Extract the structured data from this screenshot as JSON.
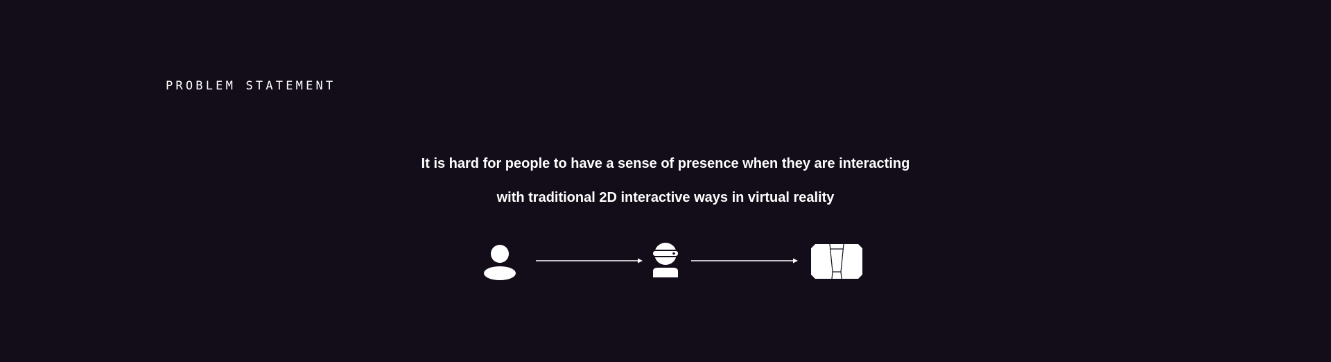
{
  "section": {
    "label": "PROBLEM STATEMENT"
  },
  "statement": {
    "line1": "It is hard for people to have a sense of presence when they are interacting",
    "line2": "with traditional 2D interactive ways in virtual reality"
  },
  "flow": {
    "steps": [
      {
        "icon": "person-icon"
      },
      {
        "icon": "vr-headset-user-icon"
      },
      {
        "icon": "vr-screen-icon"
      }
    ]
  },
  "colors": {
    "background": "#120d19",
    "foreground": "#ffffff"
  }
}
